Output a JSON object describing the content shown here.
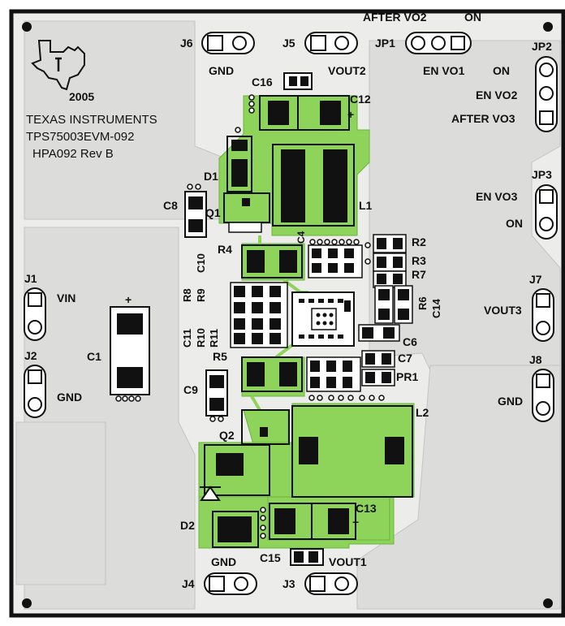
{
  "board": {
    "year": "2005",
    "company": "TEXAS INSTRUMENTS",
    "model": "TPS75003EVM-092",
    "revision": "HPA092 Rev B",
    "colors": {
      "board": "#ececea",
      "frame": "#111111",
      "copper_pour": "#8ed35a",
      "plane": "#dcdcda",
      "silkscreen": "#111111"
    }
  },
  "headers": {
    "j6": {
      "ref": "J6",
      "net": "GND"
    },
    "j5": {
      "ref": "J5",
      "net": "VOUT2"
    },
    "jp1": {
      "ref": "JP1",
      "top_left": "AFTER VO2",
      "top_right": "ON",
      "bottom": "EN VO1"
    },
    "jp2": {
      "ref": "JP2",
      "pin1": "ON",
      "pin2": "EN VO2",
      "pin3": "AFTER VO3"
    },
    "jp3": {
      "ref": "JP3",
      "pin1": "EN VO3",
      "pin2": "ON"
    },
    "j1": {
      "ref": "J1",
      "net": "VIN"
    },
    "j2": {
      "ref": "J2",
      "net": "GND"
    },
    "j7": {
      "ref": "J7",
      "net": "VOUT3"
    },
    "j8": {
      "ref": "J8",
      "net": "GND"
    },
    "j4": {
      "ref": "J4",
      "net": "GND"
    },
    "j3": {
      "ref": "J3",
      "net": "VOUT1"
    }
  },
  "components": {
    "c16": "C16",
    "c12": "C12",
    "d1": "D1",
    "c8": "C8",
    "q1": "Q1",
    "l1": "L1",
    "c4": "C4",
    "r4": "R4",
    "r2": "R2",
    "r3": "R3",
    "r7": "R7",
    "r8": "R8",
    "r9": "R9",
    "c10": "C10",
    "c11": "C11",
    "r10": "R10",
    "r11": "R11",
    "r6": "R6",
    "c14": "C14",
    "c6": "C6",
    "c1": "C1",
    "c7": "C7",
    "r5": "R5",
    "pr1": "PR1",
    "c9": "C9",
    "l2": "L2",
    "q2": "Q2",
    "d2": "D2",
    "c13": "C13",
    "c15": "C15"
  }
}
